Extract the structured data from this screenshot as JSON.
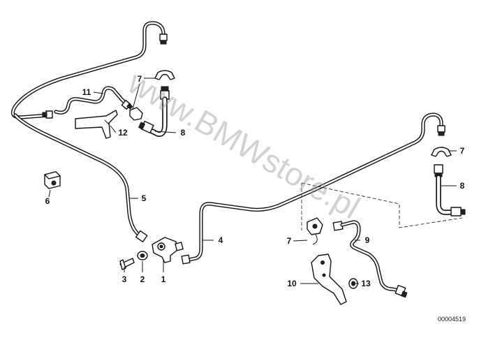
{
  "callouts": {
    "c1": "1",
    "c2": "2",
    "c3": "3",
    "c4": "4",
    "c5": "5",
    "c6": "6",
    "c7a": "7",
    "c7b": "7",
    "c7c": "7",
    "c8a": "8",
    "c8b": "8",
    "c9": "9",
    "c10": "10",
    "c11": "11",
    "c12": "12",
    "c13": "13"
  },
  "document_number": "00004519",
  "watermark": "www.BMWstore.pl"
}
